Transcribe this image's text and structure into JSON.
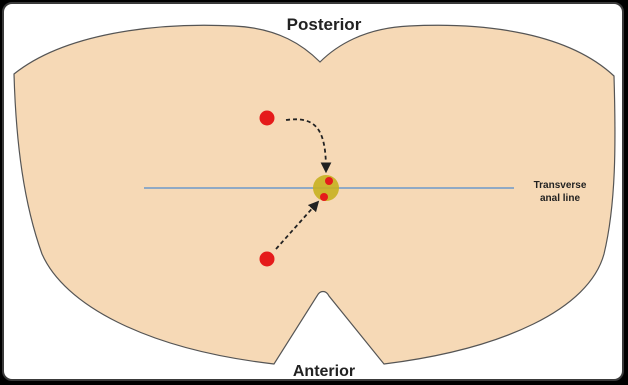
{
  "labels": {
    "top": "Posterior",
    "bottom": "Anterior",
    "line_1": "Transverse",
    "line_2": "anal line"
  },
  "colors": {
    "skin": "#f6d9b6",
    "outline": "#555555",
    "line": "#8fa9c5",
    "dot": "#e51b1b",
    "center_halo": "#c8b020",
    "arrow": "#222222"
  },
  "icons": {
    "upper_point": "red-dot-icon",
    "lower_point": "red-dot-icon",
    "center": "anal-opening-icon"
  }
}
